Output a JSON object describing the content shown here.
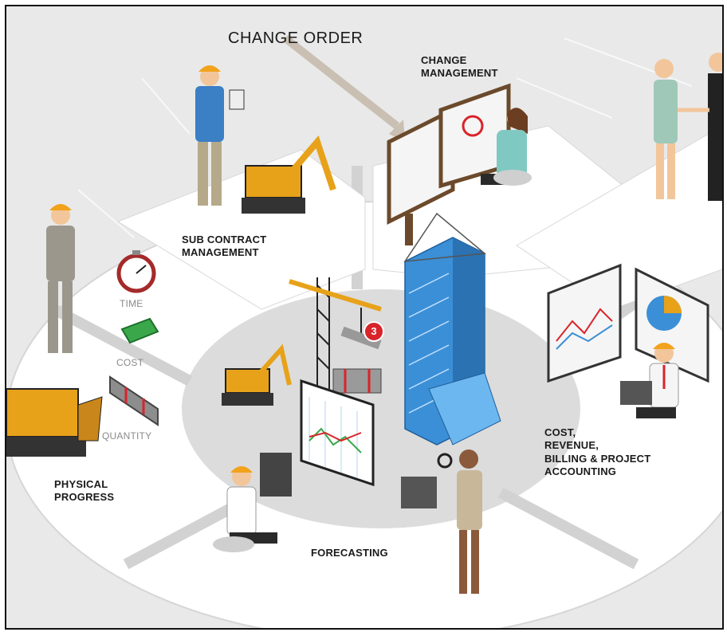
{
  "diagram": {
    "labels": {
      "change_order": "CHANGE ORDER",
      "change_management": "CHANGE\nMANAGEMENT",
      "sub_contract": "SUB CONTRACT\nMANAGEMENT",
      "time": "TIME",
      "cost": "COST",
      "quantity": "QUANTITY",
      "physical_progress": "PHYSICAL\nPROGRESS",
      "forecasting": "FORECASTING",
      "cost_revenue": "COST,\nREVENUE,\nBILLING & PROJECT\nACCOUNTING"
    },
    "badge": "3",
    "colors": {
      "background": "#e9e9e9",
      "platform": "#ffffff",
      "hardhat": "#f2a31b",
      "building": "#3b8fd6",
      "accent_red": "#d8242a",
      "machinery": "#e7a21a"
    }
  }
}
